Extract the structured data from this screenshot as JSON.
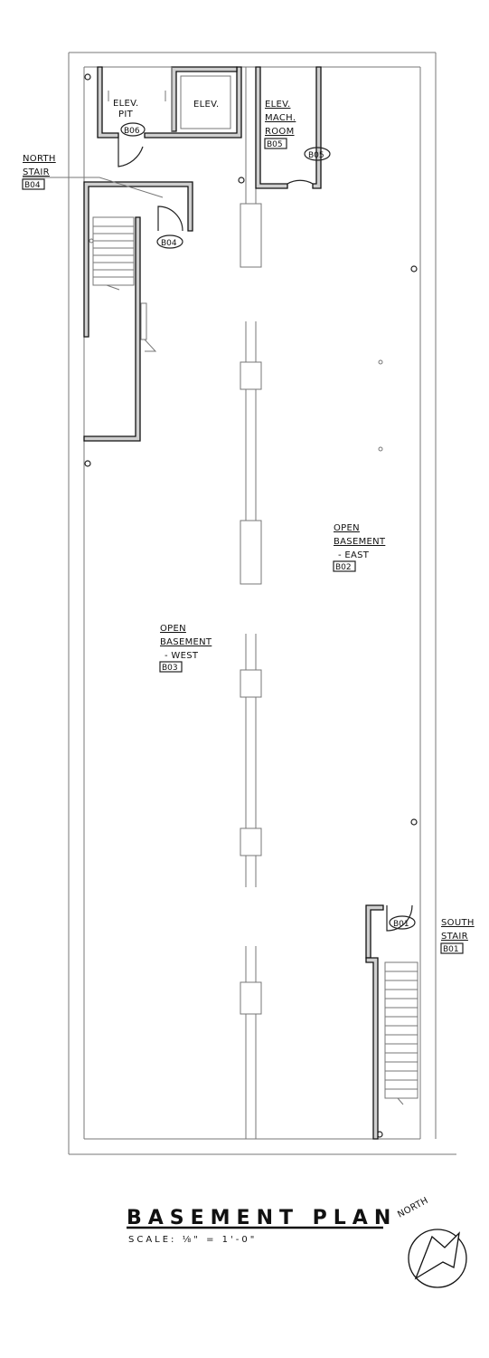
{
  "rooms": {
    "elev_pit": {
      "line1": "ELEV.",
      "line2": "PIT",
      "tag": "B06"
    },
    "elev": {
      "label": "ELEV."
    },
    "elev_mach_room": {
      "line1": "ELEV.",
      "line2": "MACH.",
      "line3": "ROOM",
      "number": "B05",
      "tag": "B05"
    },
    "north_stair": {
      "line1": "NORTH",
      "line2": "STAIR",
      "number": "B04",
      "tag": "B04"
    },
    "open_basement_east": {
      "line1": "OPEN",
      "line2": "BASEMENT",
      "line3": "- EAST",
      "number": "B02"
    },
    "open_basement_west": {
      "line1": "OPEN",
      "line2": "BASEMENT",
      "line3": "- WEST",
      "number": "B03"
    },
    "south_stair": {
      "line1": "SOUTH",
      "line2": "STAIR",
      "number": "B01",
      "tag": "B01"
    }
  },
  "title_block": {
    "title": "BASEMENT PLAN",
    "scale": "SCALE: ⅛\" = 1'-0\"",
    "north_label": "NORTH"
  }
}
